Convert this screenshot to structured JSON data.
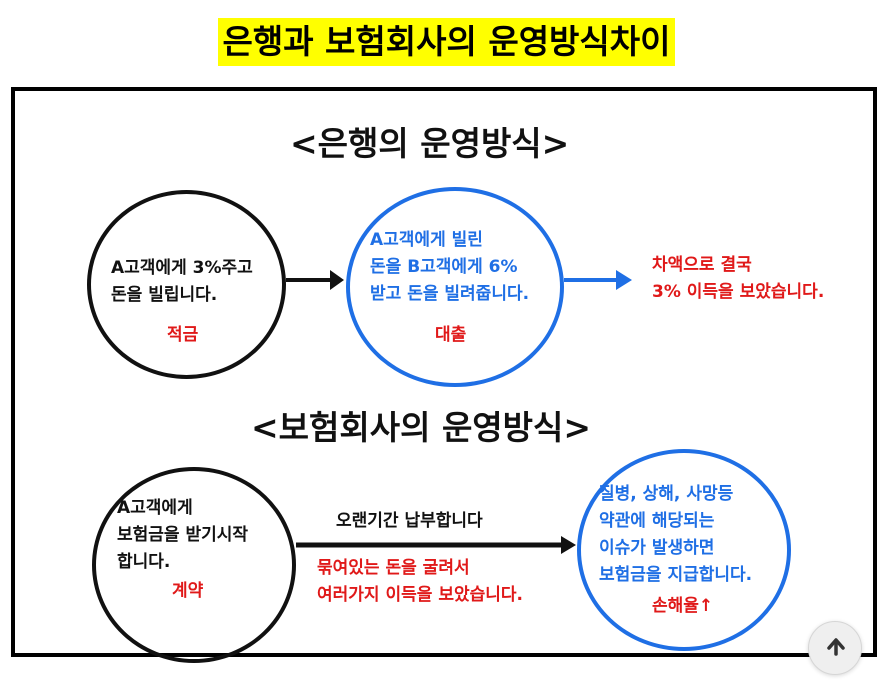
{
  "title": "은행과 보험회사의 운영방식차이",
  "bank": {
    "heading": "<은행의 운영방식>",
    "left_lines": [
      "A고객에게 3%주고",
      "돈을 빌립니다."
    ],
    "left_tag": "적금",
    "middle_lines": [
      "A고객에게 빌린",
      "돈을 B고객에게 6%",
      "받고 돈을 빌려줍니다."
    ],
    "middle_tag": "대출",
    "result_lines": [
      "차액으로 결국",
      "3% 이득을 보았습니다."
    ]
  },
  "insurance": {
    "heading": "<보험회사의 운영방식>",
    "left_lines": [
      "A고객에게",
      "보험금을 받기시작",
      "합니다."
    ],
    "left_tag": "계약",
    "arrow_top": "오랜기간 납부합니다",
    "arrow_bottom_lines": [
      "묶여있는 돈을 굴려서",
      "여러가지 이득을 보았습니다."
    ],
    "right_lines": [
      "질병, 상해, 사망등",
      "약관에 해당되는",
      "이슈가 발생하면",
      "보험금을 지급합니다."
    ],
    "right_tag": "손해율↑"
  },
  "colors": {
    "highlight": "#ffff00",
    "blue": "#1f6fe5",
    "red": "#e01919",
    "black": "#111111"
  },
  "icons": {
    "scroll_top": "arrow-up-icon"
  }
}
